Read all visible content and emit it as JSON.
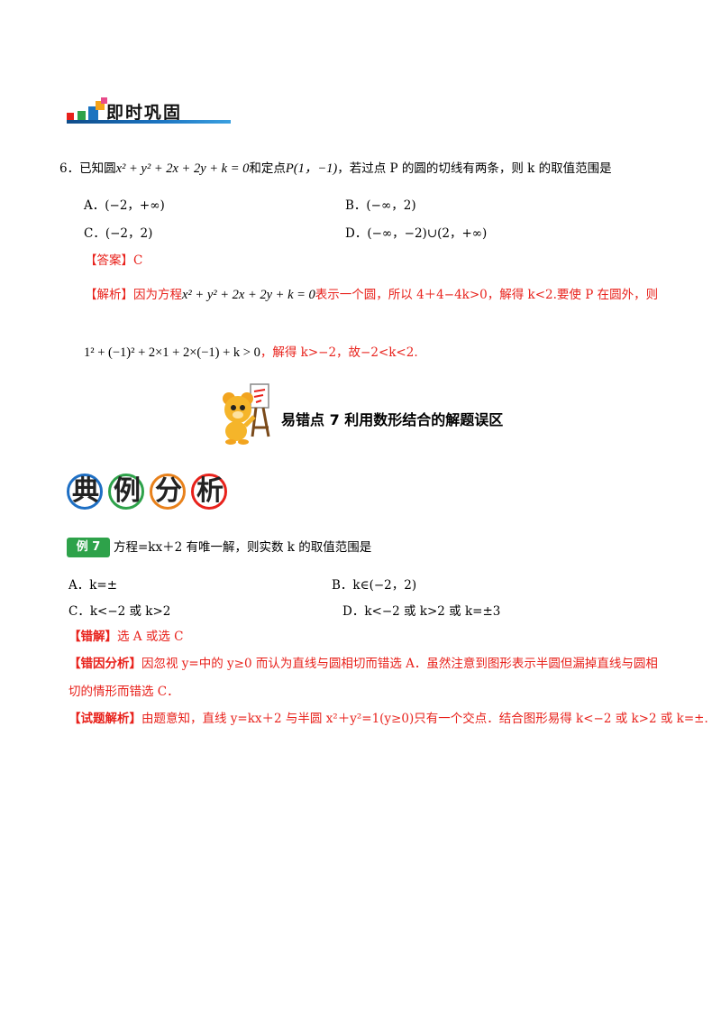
{
  "header": {
    "banner_title": "即时巩固"
  },
  "q6": {
    "lead": "6．已知圆",
    "eq": "x² + y² + 2x + 2y + k = 0",
    "mid": "和定点",
    "point": "P(1，−1)",
    "tail": "，若过点 P 的圆的切线有两条，则 k 的取值范围是",
    "options": {
      "A": "A．(−2，+∞)",
      "B": "B．(−∞，2)",
      "C": "C．(−2，2)",
      "D": "D．(−∞，−2)∪(2，+∞)"
    },
    "answer_label": "【答案】",
    "answer_value": "C",
    "analysis_label": "【解析】",
    "analysis_pre": "因为方程",
    "analysis_eq": "x² + y² + 2x + 2y + k = 0",
    "analysis_post": "表示一个圆，所以 4＋4−4k>0，解得 k<2.要使 P 在圆外，则",
    "ineq": "1² + (−1)² + 2×1 + 2×(−1) + k > 0",
    "ineq_tail": "，解得 k>−2，故−2<k<2."
  },
  "section": {
    "mascot": "bear-painting-icon",
    "title": "易错点 7  利用数形结合的解题误区",
    "subhead_chars": [
      "典",
      "例",
      "分",
      "析"
    ]
  },
  "example": {
    "tag": "例 7",
    "stem": "方程=kx＋2 有唯一解，则实数 k 的取值范围是",
    "options": {
      "A": "A．k=±",
      "B": "B．k∈(−2，2)",
      "C": "C．k<−2 或 k>2",
      "D": "D．k<−2 或 k>2 或 k=±3"
    },
    "wrong_label": "【错解】",
    "wrong_text": "选 A 或选 C",
    "cause_label": "【错因分析】",
    "cause_text_1": "因忽视 y=中的 y≥0 而认为直线与圆相切而错选 A．虽然注意到图形表示半圆但漏掉直线与圆相",
    "cause_text_2": "切的情形而错选 C．",
    "solution_label": "【试题解析】",
    "solution_text": "由题意知，直线 y=kx＋2 与半圆 x²＋y²=1(y≥0)只有一个交点．结合图形易得 k<−2 或 k>2 或 k=±."
  },
  "colors": {
    "red": "#e8211b",
    "tag_green": "#2ea24a",
    "banner_blue": "#1b73c0",
    "ring_colors": [
      "#1e6fc4",
      "#2ea24a",
      "#e8811b",
      "#e8211b"
    ]
  }
}
